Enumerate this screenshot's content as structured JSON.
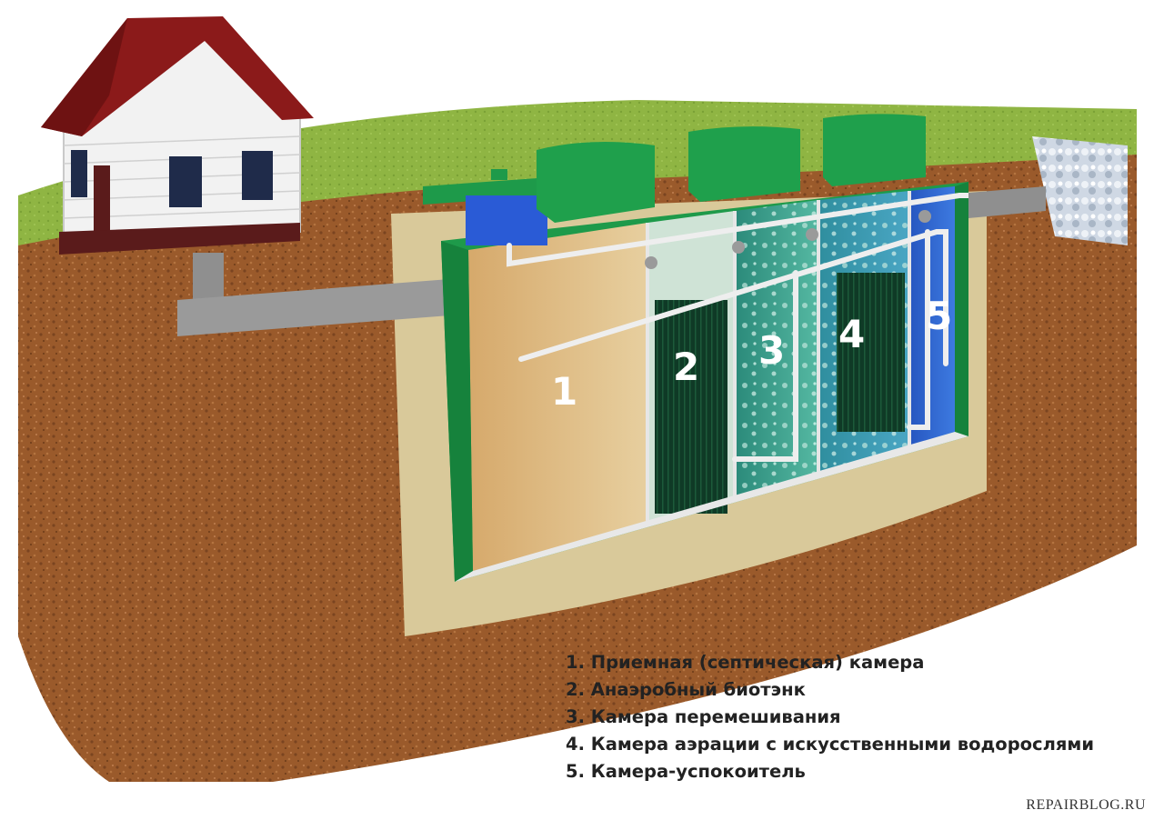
{
  "chambers": [
    {
      "number": "1",
      "label": "1. Приемная (септическая) камера"
    },
    {
      "number": "2",
      "label": "2. Анаэробный биотэнк"
    },
    {
      "number": "3",
      "label": "3. Камера перемешивания"
    },
    {
      "number": "4",
      "label": "4. Камера аэрации с искусственными водорослями"
    },
    {
      "number": "5",
      "label": "5. Камера-успокоитель"
    }
  ],
  "watermark": "REPAIRBLOG.RU",
  "colors": {
    "soil": "#9a5a2b",
    "grass": "#8fb543",
    "tank_green": "#1e9a4a",
    "house_roof": "#8b1a1a",
    "chamber1_water": "#d9b27a",
    "chamber3_water": "#2f8c7a",
    "chamber4_water": "#2f7f98",
    "chamber5_water": "#2d64c8"
  },
  "icons": [
    "house-icon",
    "pipe-icon"
  ]
}
